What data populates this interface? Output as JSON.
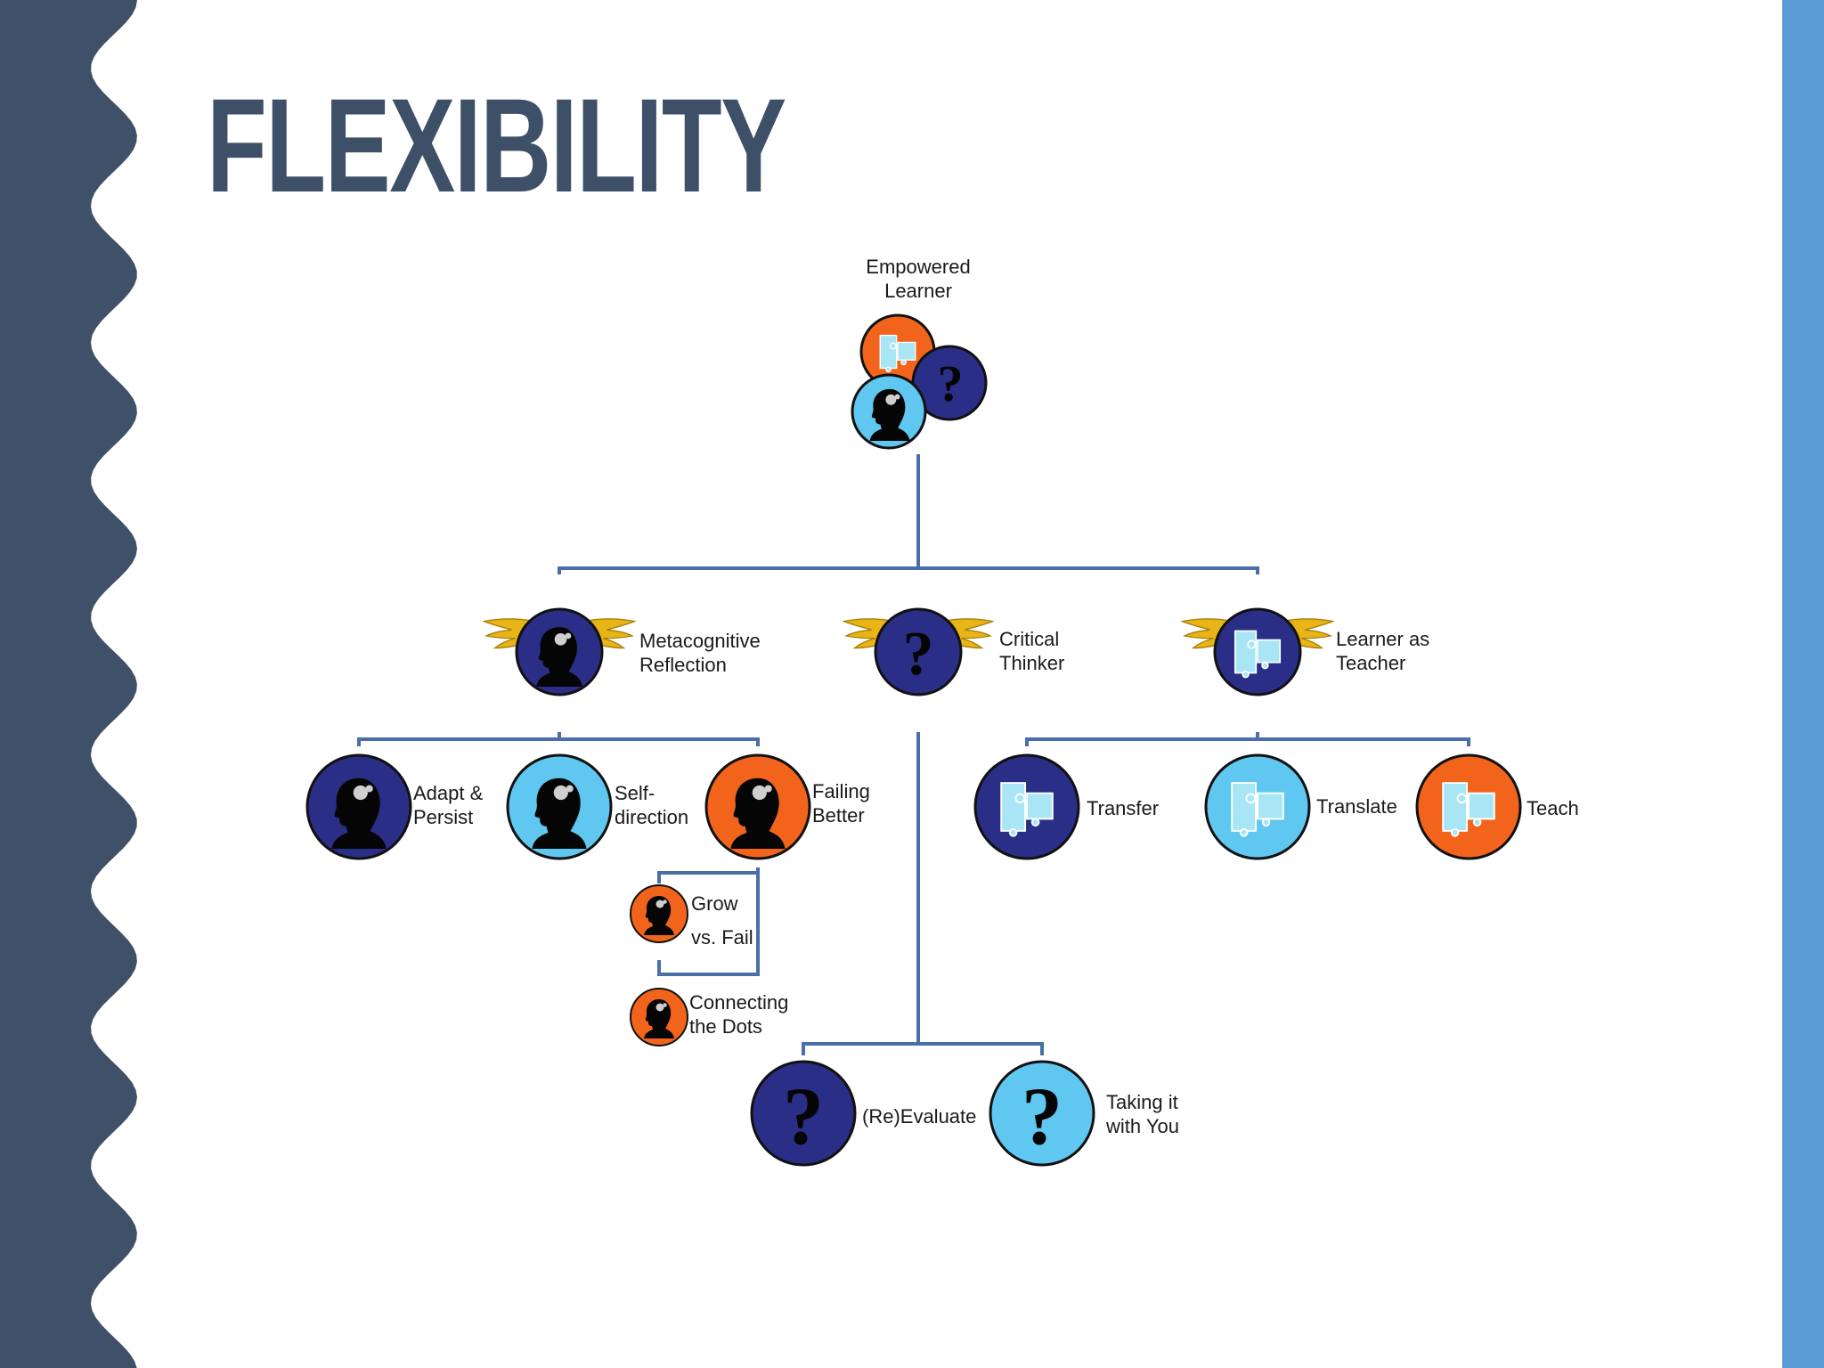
{
  "slide": {
    "title": "FLEXIBILITY",
    "colors": {
      "title": "#3d5068",
      "left_band": "#3f5169",
      "right_band": "#5b9bd5",
      "connector": "#4a6fa8",
      "navy": "#2a2e86",
      "sky": "#5fc7f0",
      "orange": "#f2641c",
      "wing": "#e8b517"
    }
  },
  "diagram": {
    "nodes": {
      "root": {
        "lines": [
          "Empowered",
          "Learner"
        ],
        "icon": "puzzle-question-head-cluster-icon"
      },
      "metacognitive": {
        "lines": [
          "Metacognitive",
          "Reflection"
        ],
        "icon": "winged-head-icon",
        "color": "navy"
      },
      "critical": {
        "lines": [
          "Critical",
          "Thinker"
        ],
        "icon": "winged-question-icon",
        "color": "navy"
      },
      "learner_teacher": {
        "lines": [
          "Learner as",
          "Teacher"
        ],
        "icon": "winged-puzzle-icon",
        "color": "navy"
      },
      "adapt": {
        "lines": [
          "Adapt &",
          "Persist"
        ],
        "icon": "head-icon",
        "color": "navy"
      },
      "self": {
        "lines": [
          "Self-",
          "direction"
        ],
        "icon": "head-icon",
        "color": "sky"
      },
      "failing": {
        "lines": [
          "Failing",
          "Better"
        ],
        "icon": "head-icon",
        "color": "orange"
      },
      "grow": {
        "lines": [
          "Grow",
          "vs. Fail"
        ],
        "icon": "head-icon",
        "color": "orange"
      },
      "dots": {
        "lines": [
          "Connecting",
          "the Dots"
        ],
        "icon": "head-icon",
        "color": "orange"
      },
      "transfer": {
        "lines": [
          "Transfer"
        ],
        "icon": "puzzle-icon",
        "color": "navy"
      },
      "translate": {
        "lines": [
          "Translate"
        ],
        "icon": "puzzle-icon",
        "color": "sky"
      },
      "teach": {
        "lines": [
          "Teach"
        ],
        "icon": "puzzle-icon",
        "color": "orange"
      },
      "reevaluate": {
        "lines": [
          "(Re)Evaluate"
        ],
        "icon": "question-icon",
        "color": "navy"
      },
      "taking": {
        "lines": [
          "Taking it",
          "with You"
        ],
        "icon": "question-icon",
        "color": "sky"
      }
    }
  }
}
